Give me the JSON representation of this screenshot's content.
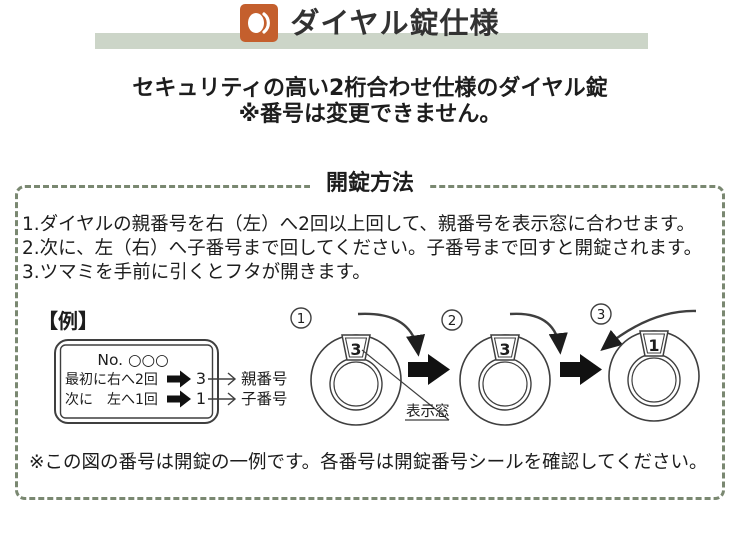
{
  "header": {
    "title": "ダイヤル錠仕様",
    "icon": "dial-icon",
    "colors": {
      "accent_orange": "#c45f2d",
      "title_bar_green": "#ccd5c8",
      "dashed_border_green": "#7a8871",
      "text_dark": "#1d1d1d"
    }
  },
  "intro": {
    "line1": "セキュリティの高い2桁合わせ仕様のダイヤル錠",
    "line2": "※番号は変更できません。"
  },
  "method_box": {
    "title": "開錠方法",
    "steps": [
      "1.ダイヤルの親番号を右（左）へ2回以上回して、親番号を表示窓に合わせます。",
      "2.次に、左（右）へ子番号まで回してください。子番号まで回すと開錠されます。",
      "3.ツマミを手前に引くとフタが開きます。"
    ],
    "example": {
      "label": "【例】",
      "plate_no": "No. ○○○",
      "row1": {
        "text": "最初に右へ2回",
        "value": "3",
        "pointer": "親番号"
      },
      "row2": {
        "text": "次に　左へ1回",
        "value": "1",
        "pointer": "子番号"
      }
    },
    "diagram": {
      "steps": [
        {
          "step": "1",
          "window_value": "3",
          "rotation": "clockwise"
        },
        {
          "step": "2",
          "window_value": "3",
          "rotation": "clockwise"
        },
        {
          "step": "3",
          "window_value": "1",
          "rotation": "counterclockwise"
        }
      ],
      "window_label": "表示窓"
    },
    "note": "※この図の番号は開錠の一例です。各番号は開錠番号シールを確認してください。"
  }
}
